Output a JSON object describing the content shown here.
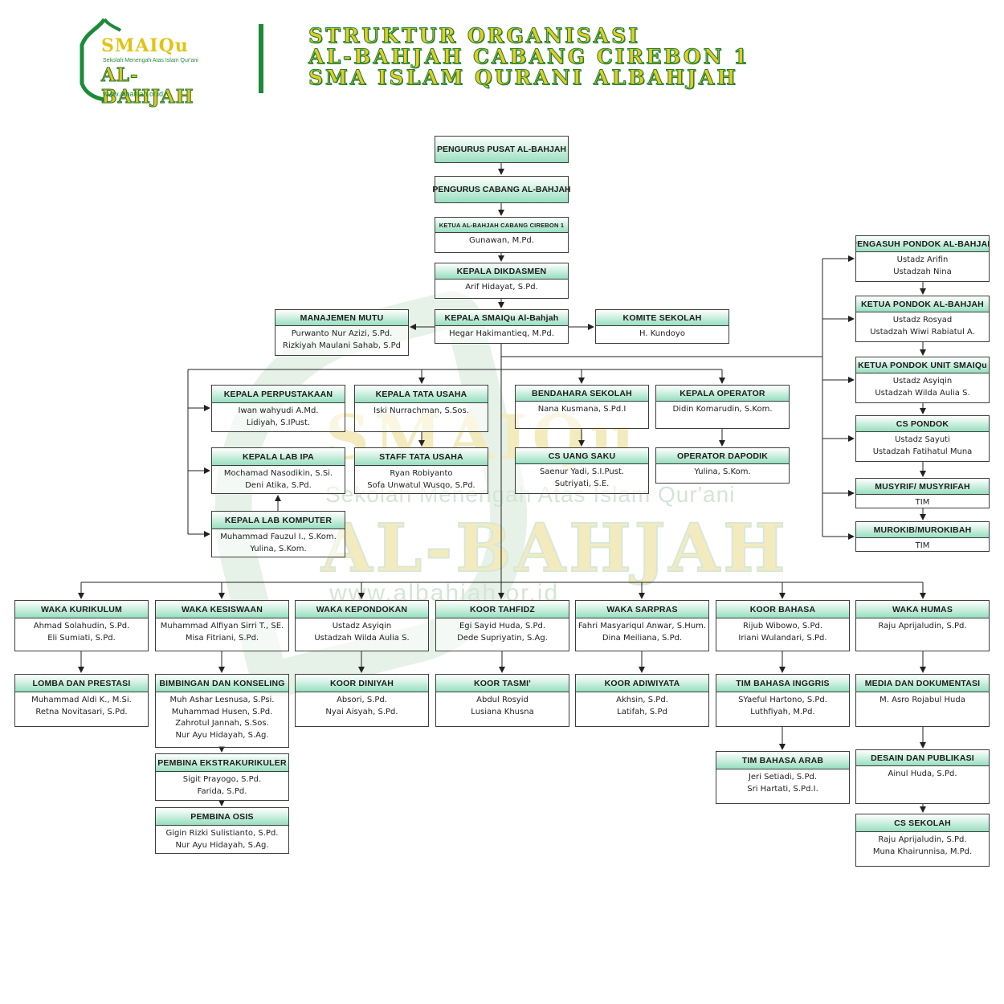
{
  "header": {
    "logo": {
      "line1": "SMAIQu",
      "line2": "Sekolah Menengah Atas Islam Qur'ani",
      "line3": "AL-BAHJAH",
      "line4": "www.albahjah.or.id"
    },
    "title_lines": [
      "STRUKTUR ORGANISASI",
      "AL-BAHJAH CABANG CIREBON 1",
      "SMA ISLAM QURANI ALBAHJAH"
    ]
  },
  "watermark": {
    "line1": "SMAIQu",
    "line2": "Sekolah Menengah Atas Islam Qur'ani",
    "line3": "AL-BAHJAH",
    "line4": "www.albahjah.or.id"
  },
  "colors": {
    "header_green": "#1d8a3a",
    "title_yellow": "#e7cc1f",
    "box_gradient_end": "#97dfbf",
    "line": "#222222"
  },
  "org": {
    "pusat": {
      "title": "PENGURUS PUSAT AL-BAHJAH"
    },
    "cabang": {
      "title": "PENGURUS CABANG AL-BAHJAH"
    },
    "ketua_cabang": {
      "title": "KETUA AL-BAHJAH CABANG CIREBON 1",
      "names": [
        "Gunawan, M.Pd."
      ]
    },
    "dikdasmen": {
      "title": "KEPALA DIKDASMEN",
      "names": [
        "Arif Hidayat, S.Pd."
      ]
    },
    "kepala_sekolah": {
      "title": "KEPALA SMAIQu Al-Bahjah",
      "names": [
        "Hegar Hakimantieq, M.Pd."
      ]
    },
    "manajemen_mutu": {
      "title": "MANAJEMEN MUTU",
      "names": [
        "Purwanto Nur Azizi, S.Pd.",
        "Rizkiyah Maulani Sahab, S.Pd"
      ]
    },
    "komite": {
      "title": "KOMITE SEKOLAH",
      "names": [
        "H. Kundoyo"
      ]
    },
    "perpustakaan": {
      "title": "KEPALA PERPUSTAKAAN",
      "names": [
        "Iwan wahyudi A.Md.",
        "Lidiyah, S.IPust."
      ]
    },
    "lab_ipa": {
      "title": "KEPALA LAB IPA",
      "names": [
        "Mochamad Nasodikin, S.Si.",
        "Deni Atika, S.Pd."
      ]
    },
    "lab_komputer": {
      "title": "KEPALA LAB KOMPUTER",
      "names": [
        "Muhammad Fauzul I., S.Kom.",
        "Yulina, S.Kom."
      ]
    },
    "tata_usaha": {
      "title": "KEPALA TATA USAHA",
      "names": [
        "Iski Nurrachman, S.Sos."
      ]
    },
    "staff_tu": {
      "title": "STAFF TATA USAHA",
      "names": [
        "Ryan Robiyanto",
        "Sofa Unwatul Wusqo, S.Pd."
      ]
    },
    "bendahara": {
      "title": "BENDAHARA SEKOLAH",
      "names": [
        "Nana Kusmana, S.Pd.I"
      ]
    },
    "cs_uang_saku": {
      "title": "CS UANG SAKU",
      "names": [
        "Saenur Yadi, S.I.Pust.",
        "Sutriyati, S.E."
      ]
    },
    "operator": {
      "title": "KEPALA OPERATOR",
      "names": [
        "Didin Komarudin, S.Kom."
      ]
    },
    "dapodik": {
      "title": "OPERATOR DAPODIK",
      "names": [
        "Yulina, S.Kom."
      ]
    },
    "pengasuh": {
      "title": "PENGASUH PONDOK AL-BAHJAH",
      "names": [
        "Ustadz Arifin",
        "Ustadzah Nina"
      ]
    },
    "ketua_pondok": {
      "title": "KETUA PONDOK AL-BAHJAH",
      "names": [
        "Ustadz Rosyad",
        "Ustadzah Wiwi Rabiatul A."
      ]
    },
    "ketua_pondok_unit": {
      "title": "KETUA PONDOK UNIT SMAIQu",
      "names": [
        "Ustadz Asyiqin",
        "Ustadzah Wilda Aulia S."
      ]
    },
    "cs_pondok": {
      "title": "CS PONDOK",
      "names": [
        "Ustadz Sayuti",
        "Ustadzah Fatihatul Muna"
      ]
    },
    "musyrif": {
      "title": "MUSYRIF/ MUSYRIFAH",
      "names": [
        "TIM"
      ]
    },
    "murokib": {
      "title": "MUROKIB/MUROKIBAH",
      "names": [
        "TIM"
      ]
    },
    "waka_kurikulum": {
      "title": "WAKA KURIKULUM",
      "names": [
        "Ahmad Solahudin, S.Pd.",
        "Eli Sumiati, S.Pd."
      ]
    },
    "lomba": {
      "title": "LOMBA DAN PRESTASI",
      "names": [
        "Muhammad Aldi K., M.Si.",
        "Retna Novitasari, S.Pd."
      ]
    },
    "waka_kesiswaan": {
      "title": "WAKA KESISWAAN",
      "names": [
        "Muhammad Alfiyan Sirri T., SE.",
        "Misa Fitriani, S.Pd."
      ]
    },
    "bk": {
      "title": "BIMBINGAN DAN KONSELING",
      "names": [
        "Muh Ashar Lesnusa, S.Psi.",
        "Muhammad Husen, S.Pd.",
        "Zahrotul Jannah, S.Sos.",
        "Nur Ayu Hidayah, S.Ag."
      ]
    },
    "ekskul": {
      "title": "PEMBINA EKSTRAKURIKULER",
      "names": [
        "Sigit Prayogo, S.Pd.",
        "Farida, S.Pd."
      ]
    },
    "osis": {
      "title": "PEMBINA OSIS",
      "names": [
        "Gigin Rizki Sulistianto, S.Pd.",
        "Nur Ayu Hidayah, S.Ag."
      ]
    },
    "waka_kepondokan": {
      "title": "WAKA KEPONDOKAN",
      "names": [
        "Ustadz Asyiqin",
        "Ustadzah Wilda Aulia S."
      ]
    },
    "diniyah": {
      "title": "KOOR DINIYAH",
      "names": [
        "Absori, S.Pd.",
        "Nyai Aisyah, S.Pd."
      ]
    },
    "tahfidz": {
      "title": "KOOR TAHFIDZ",
      "names": [
        "Egi Sayid Huda, S.Pd.",
        "Dede Supriyatin, S.Ag."
      ]
    },
    "tasmi": {
      "title": "KOOR TASMI'",
      "names": [
        "Abdul Rosyid",
        "Lusiana Khusna"
      ]
    },
    "waka_sarpras": {
      "title": "WAKA SARPRAS",
      "names": [
        "Fahri Masyariqul Anwar, S.Hum.",
        "Dina Meiliana, S.Pd."
      ]
    },
    "adiwiyata": {
      "title": "KOOR ADIWIYATA",
      "names": [
        "Akhsin, S.Pd.",
        "Latifah, S.Pd"
      ]
    },
    "bahasa": {
      "title": "KOOR BAHASA",
      "names": [
        "Rijub Wibowo, S.Pd.",
        "Iriani Wulandari, S.Pd."
      ]
    },
    "inggris": {
      "title": "TIM BAHASA INGGRIS",
      "names": [
        "SYaeful Hartono, S.Pd.",
        "Luthfiyah, M.Pd."
      ]
    },
    "arab": {
      "title": "TIM BAHASA ARAB",
      "names": [
        "Jeri Setiadi, S.Pd.",
        "Sri Hartati, S.Pd.I."
      ]
    },
    "waka_humas": {
      "title": "WAKA HUMAS",
      "names": [
        "Raju Aprijaludin, S.Pd."
      ]
    },
    "media": {
      "title": "MEDIA DAN DOKUMENTASI",
      "names": [
        "M. Asro Rojabul Huda"
      ]
    },
    "desain": {
      "title": "DESAIN DAN PUBLIKASI",
      "names": [
        "Ainul Huda, S.Pd."
      ]
    },
    "cs_sekolah": {
      "title": "CS SEKOLAH",
      "names": [
        "Raju Aprijaludin, S.Pd.",
        "Muna Khairunnisa, M.Pd."
      ]
    }
  }
}
